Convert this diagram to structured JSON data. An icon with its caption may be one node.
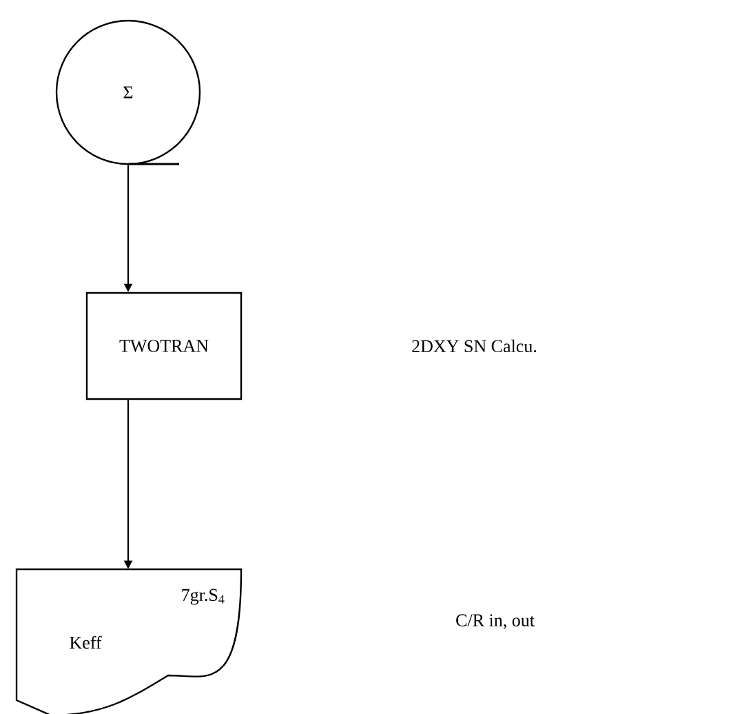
{
  "diagram": {
    "nodes": [
      {
        "text": [
          "Σ"
        ]
      },
      {
        "text": [
          "TWOTRAN"
        ]
      },
      {
        "text": [
          "7gr.S$_{4}$",
          "Keff"
        ]
      }
    ],
    "edges": [
      {
        "from": 0,
        "to": 1,
        "arrow": "to"
      },
      {
        "from": 1,
        "to": 2,
        "arrow": "to"
      }
    ],
    "labels": [
      "2DXY SN Calcu.",
      "C/R in, out"
    ]
  }
}
